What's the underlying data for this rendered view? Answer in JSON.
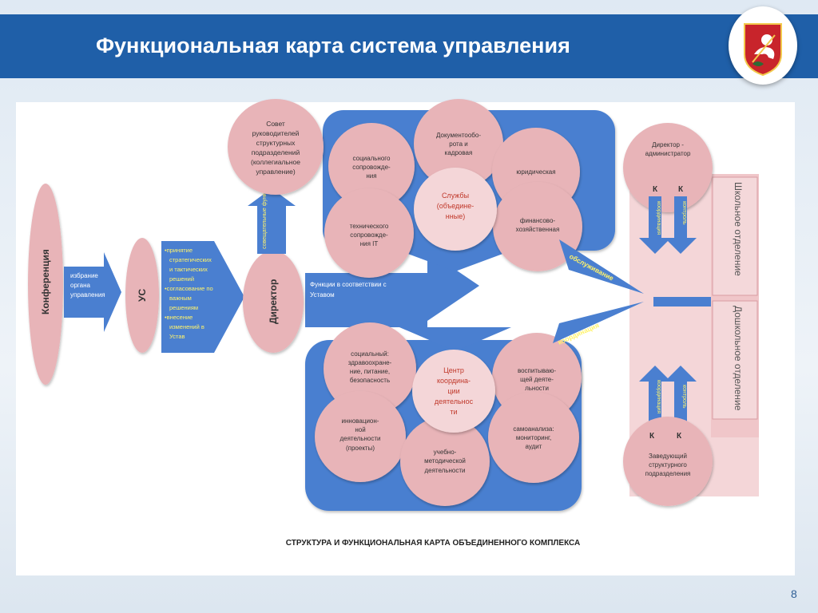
{
  "header": {
    "title": "Функциональная карта система управления",
    "emblem_icon": "moscow-coat-of-arms-icon"
  },
  "page_number": "8",
  "colors": {
    "blue": "#4a7fd0",
    "pink": "#e8b4b8",
    "light_pink": "#f4d6d8",
    "header": "#1f5fa8",
    "arrow_text": "#fff36b"
  },
  "diagram": {
    "caption": "СТРУКТУРА И ФУНКЦИОНАЛЬНАЯ КАРТА ОБЪЕДИНЕННОГО КОМПЛЕКСА",
    "conference": "Конференция",
    "election": [
      "избрание",
      "органа",
      "управления"
    ],
    "us": "УС",
    "us_functions": [
      "•принятие",
      "стратегических",
      "и тактических",
      "решений",
      "•согласование по",
      "важным",
      "решениям",
      "•внесение",
      "изменений в",
      "Устав"
    ],
    "director": "Директор",
    "advisory": "совещательные функции",
    "council": [
      "Совет",
      "руководителей",
      "структурных",
      "подразделений",
      "(коллегиальное",
      "управление)"
    ],
    "charter_functions": [
      "Функции в соответствии с",
      "Уставом"
    ],
    "services": {
      "center": [
        "Службы",
        "(объедине-",
        "нные)"
      ],
      "items": [
        [
          "социального",
          "сопровожде-",
          "ния"
        ],
        [
          "Документообо-",
          "рота и",
          "кадровая"
        ],
        [
          "юридическая"
        ],
        [
          "технического",
          "сопровожде-",
          "ния IT"
        ],
        [
          "финансово-",
          "хозяйственная"
        ]
      ]
    },
    "coordination_center": {
      "center": [
        "Центр",
        "координа-",
        "ции",
        "деятельнос",
        "ти"
      ],
      "items": [
        [
          "социальный:",
          "здравоохране-",
          "ние, питание,",
          "безопасность"
        ],
        [
          "воспитываю-",
          "щей деяте-",
          "льности"
        ],
        [
          "инновацион-",
          "ной",
          "деятельности",
          "(проекты)"
        ],
        [
          "учебно-",
          "методической",
          "деятельности"
        ],
        [
          "самоанализа:",
          "мониторинг,",
          "аудит"
        ]
      ]
    },
    "service_label": "обслуживание",
    "coordination_label": "координация",
    "director_admin": [
      "Директор -",
      "администратор"
    ],
    "school_dept": "Школьное отделение",
    "preschool_dept": "Дошкольное отделение",
    "head_unit": [
      "Заведующий",
      "структурного",
      "подразделения"
    ],
    "k_label": "К",
    "coordination_short": "координация",
    "control_short": "контроль"
  }
}
